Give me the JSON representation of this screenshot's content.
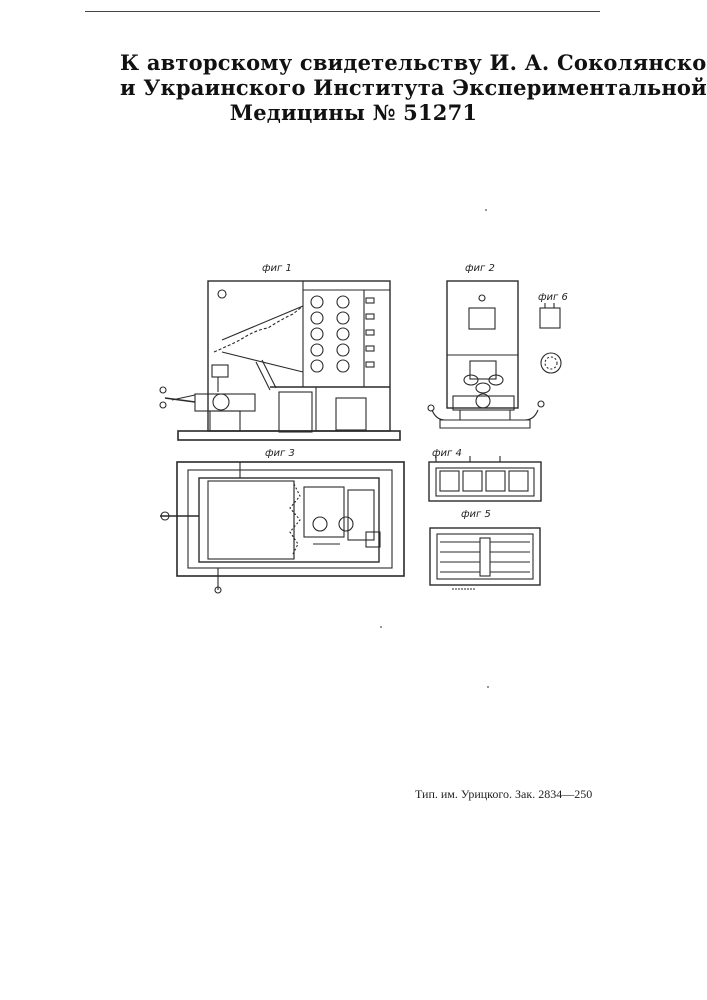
{
  "header": {
    "line1": "К авторскому свидетельству И. А. Соколянского",
    "line2": "и Украинского Института Экспериментальной",
    "line3": "Медицины № 51271"
  },
  "figures": {
    "fig1": "фиг 1",
    "fig2": "фиг 2",
    "fig3": "фиг 3",
    "fig4": "фиг 4",
    "fig5": "фиг 5",
    "fig6": "фиг 6"
  },
  "footer": {
    "printer": "Тип. им. Урицкого. Зак. 2834—250"
  }
}
